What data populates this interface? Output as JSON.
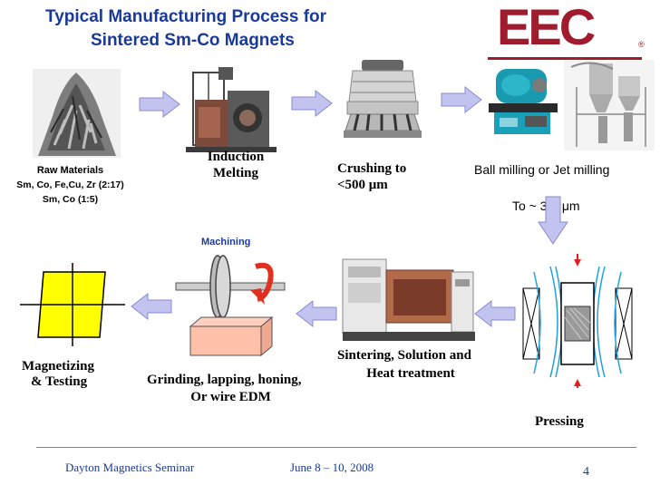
{
  "title": {
    "line1": "Typical Manufacturing Process for",
    "line2": "Sintered  Sm-Co Magnets"
  },
  "logo": {
    "text": "EEC",
    "reg": "®"
  },
  "steps": {
    "raw": {
      "title": "Raw Materials",
      "line2": "Sm, Co, Fe,Cu, Zr (2:17)",
      "line3": "Sm, Co (1:5)"
    },
    "induction": {
      "line1": "Induction",
      "line2": "Melting"
    },
    "crushing": {
      "line1": "Crushing to",
      "line2": "<500 μm"
    },
    "milling": {
      "line1": "Ball milling or Jet milling",
      "line2": "To ~ 3-5 μm"
    },
    "machining": {
      "label": "Machining"
    },
    "magnetizing": {
      "line1": "Magnetizing",
      "line2": "&  Testing"
    },
    "grinding": {
      "line1": "Grinding, lapping, honing,",
      "line2": "Or wire EDM"
    },
    "sintering": {
      "line1": "Sintering, Solution and",
      "line2": "Heat treatment"
    },
    "pressing": {
      "label": "Pressing"
    }
  },
  "footer": {
    "left": "Dayton Magnetics Seminar",
    "center": "June 8 – 10, 2008",
    "page": "4"
  },
  "colors": {
    "title": "#1a3a9a",
    "logo": "#a01c2c",
    "arrow": "#c3c3f0",
    "hysteresis": "#ffff00",
    "machining": "#1a3a9a"
  }
}
